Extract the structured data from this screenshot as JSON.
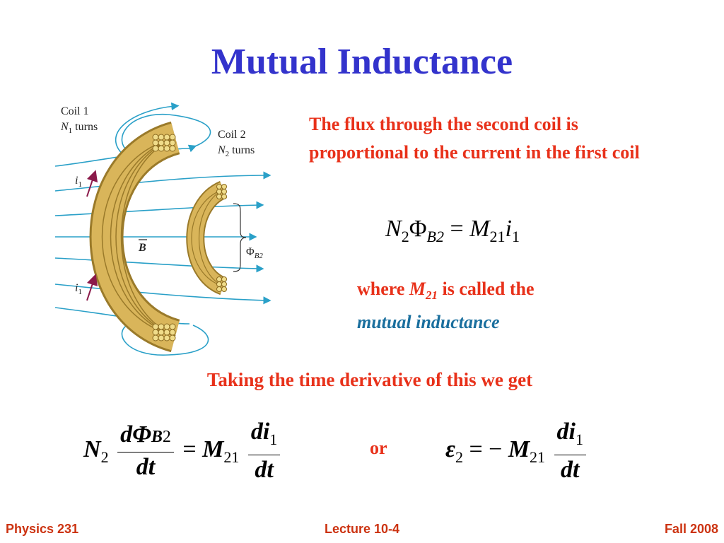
{
  "slide": {
    "title": "Mutual Inductance",
    "statement": "The flux through the second coil is proportional to the current in the first coil",
    "equation1": {
      "n": "N",
      "n_sub": "2",
      "phi": "Φ",
      "phi_sub": "B2",
      "equals": "=",
      "m": "M",
      "m_sub": "21",
      "i": "i",
      "i_sub": "1"
    },
    "where_text": {
      "prefix": "where ",
      "symbol": "M",
      "symbol_sub": "21",
      "middle": " is called the",
      "term": "mutual inductance"
    },
    "derivative_text": "Taking the time derivative of this we get",
    "equation2": {
      "n": "N",
      "n_sub": "2",
      "frac1_num": "dΦ",
      "frac1_num_b": "B",
      "frac1_num_sub": "2",
      "frac1_den": "dt",
      "equals": "=",
      "m": "M",
      "m_sub": "21",
      "frac2_num": "di",
      "frac2_num_sub": "1",
      "frac2_den": "dt"
    },
    "or_text": "or",
    "equation3": {
      "emf": "ε",
      "emf_sub": "2",
      "equals": "= −",
      "m": "M",
      "m_sub": "21",
      "frac_num": "di",
      "frac_num_sub": "1",
      "frac_den": "dt"
    }
  },
  "figure": {
    "coil1_label": "Coil 1",
    "coil1_turns_n": "N",
    "coil1_turns_sub": "1",
    "coil1_turns_word": " turns",
    "coil2_label": "Coil 2",
    "coil2_turns_n": "N",
    "coil2_turns_sub": "2",
    "coil2_turns_word": " turns",
    "current_label": "i",
    "current_sub": "1",
    "field_label": "B",
    "flux_label": "Φ",
    "flux_sub": "B2",
    "colors": {
      "coil": "#d9b55a",
      "coil_dark": "#9a7a2a",
      "field_lines": "#2aa0c8",
      "current_arrow": "#8b1a4a"
    }
  },
  "footer": {
    "left": "Physics 231",
    "center": "Lecture 10-4",
    "right": "Fall 2008"
  }
}
